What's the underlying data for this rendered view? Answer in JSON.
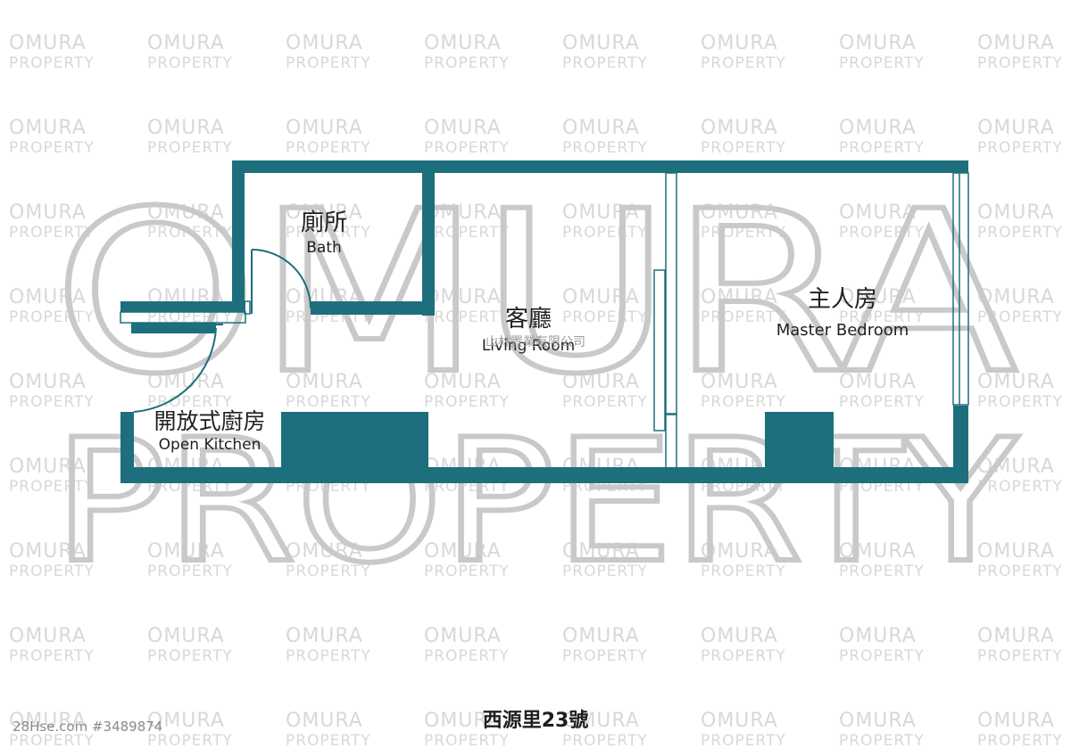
{
  "colors": {
    "wall": "#1d6f7d",
    "background": "#ffffff",
    "watermark": "#cfcfcf",
    "text": "#1f1f1f"
  },
  "watermark": {
    "tile_line1": "OMURA",
    "tile_line2": "PROPERTY",
    "big_line1": "OMURA",
    "big_line2": "PROPERTY",
    "company_stamp": "山林置業有限公司"
  },
  "rooms": {
    "bath": {
      "cn": "廁所",
      "en": "Bath"
    },
    "living": {
      "cn": "客廳",
      "en": "Living Room"
    },
    "master": {
      "cn": "主人房",
      "en": "Master Bedroom"
    },
    "kitchen": {
      "cn": "開放式廚房",
      "en": "Open Kitchen"
    }
  },
  "caption": "西源里23號",
  "listing_id": "28Hse.com #3489874"
}
